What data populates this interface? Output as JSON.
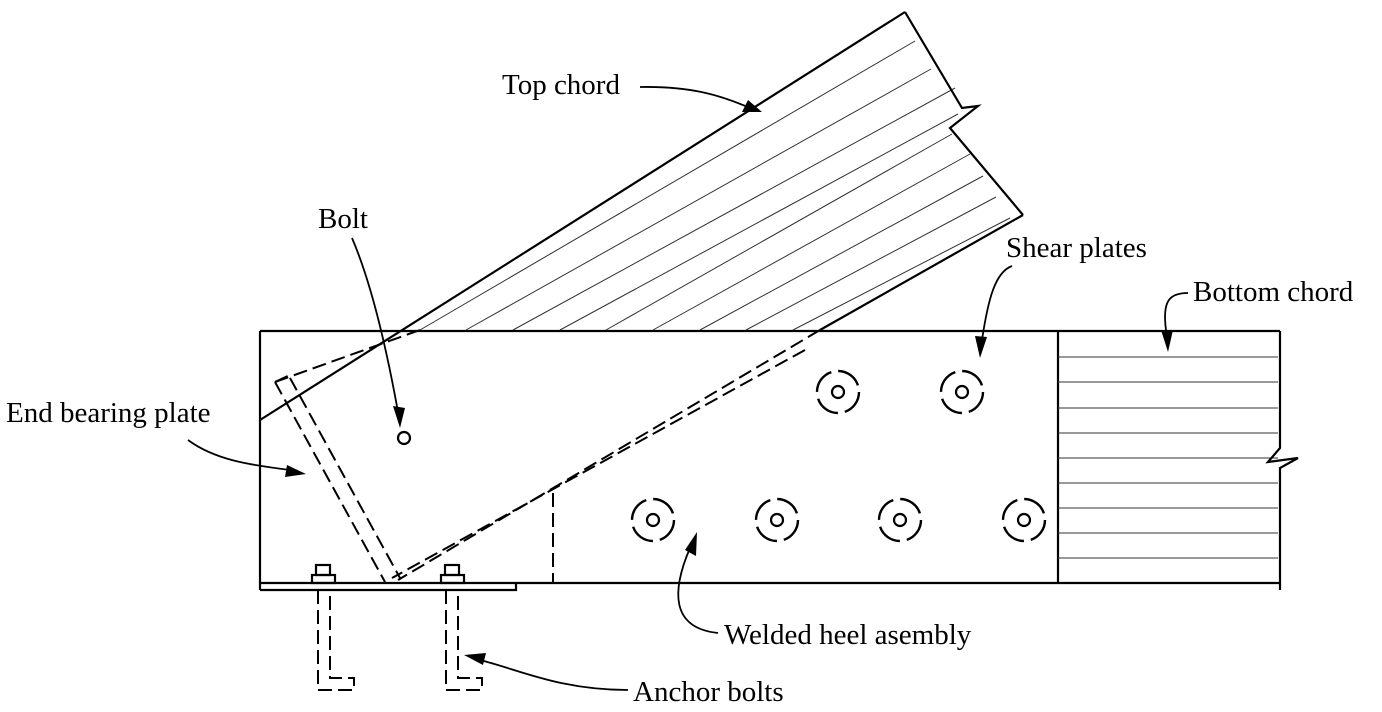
{
  "labels": {
    "top_chord": "Top chord",
    "bolt": "Bolt",
    "shear_plates": "Shear plates",
    "bottom_chord": "Bottom chord",
    "end_bearing_plate": "End bearing plate",
    "welded_heel_assembly": "Welded heel asembly",
    "anchor_bolts": "Anchor bolts"
  }
}
